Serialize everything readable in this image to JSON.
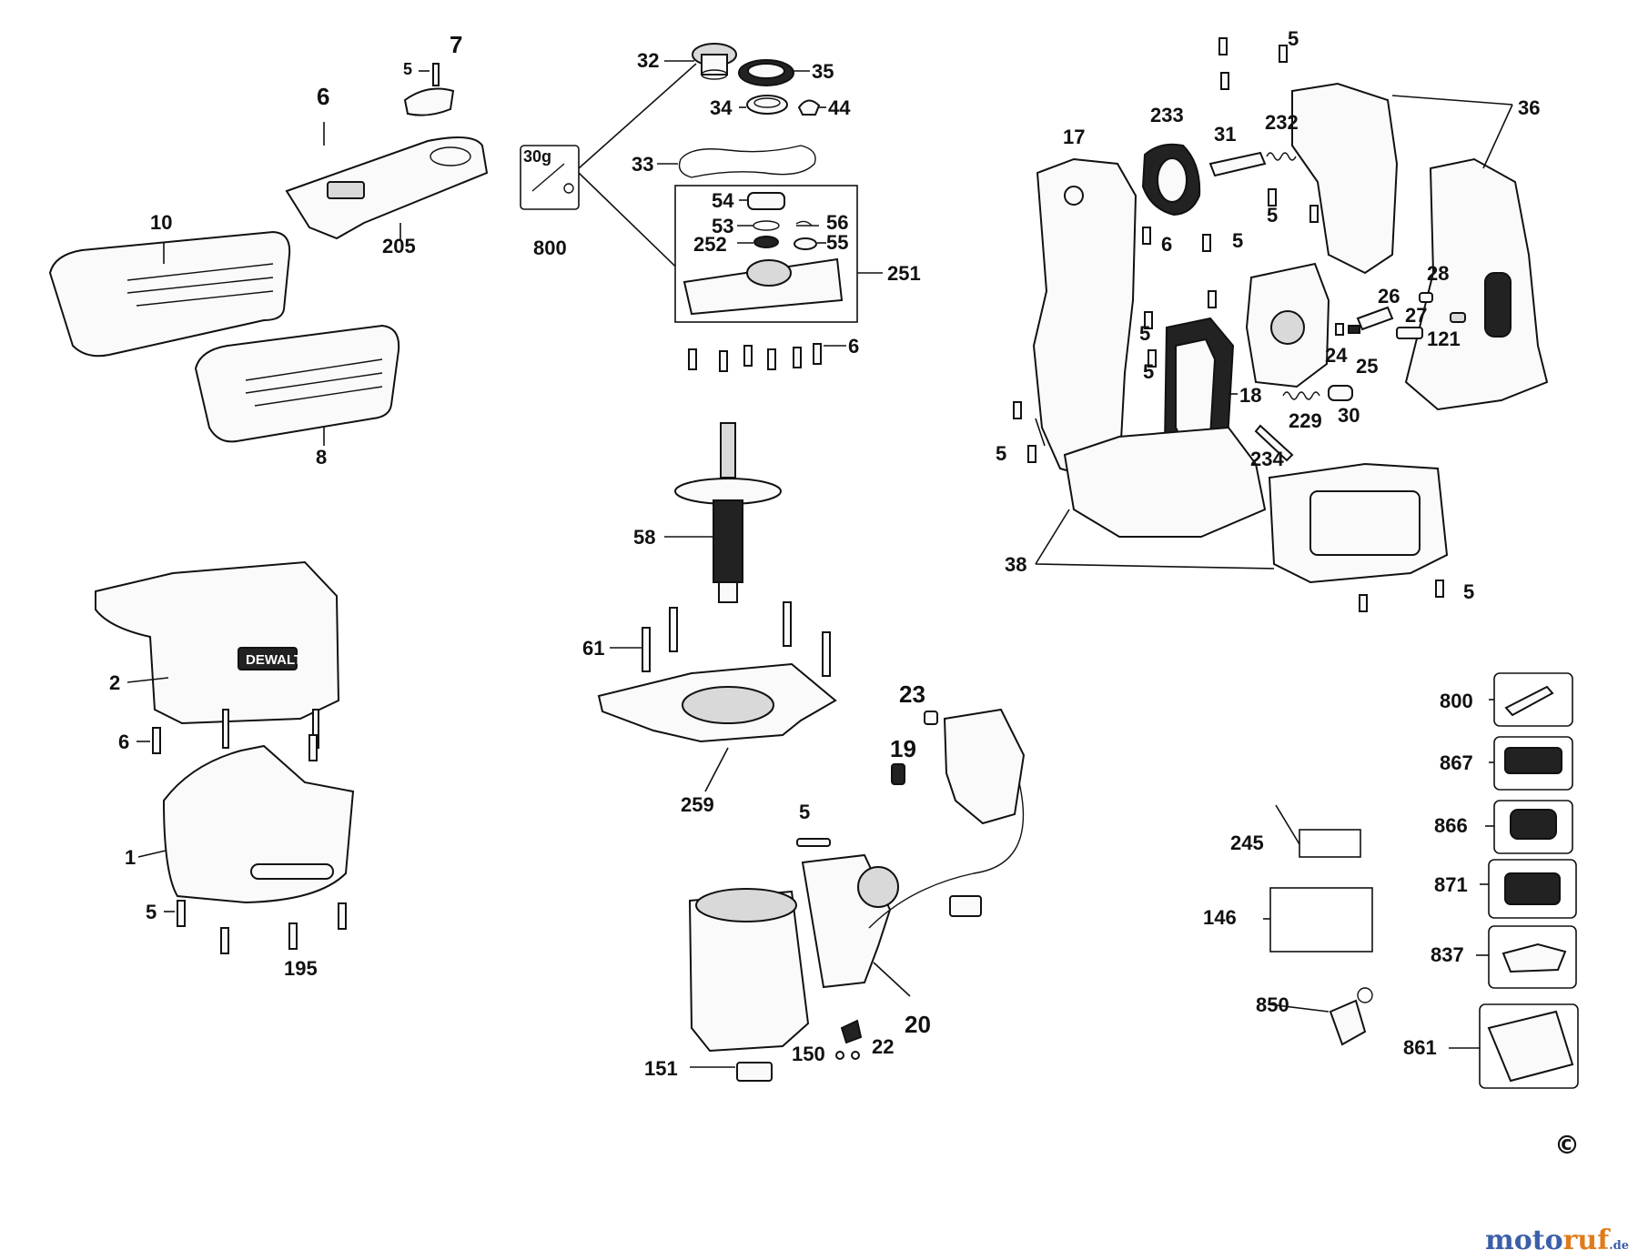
{
  "diagram": {
    "labels": {
      "l5a": "5",
      "l7": "7",
      "l6a": "6",
      "l205": "205",
      "l10": "10",
      "l8": "8",
      "l32": "32",
      "l35": "35",
      "l34": "34",
      "l44": "44",
      "l33": "33",
      "l800a": "800",
      "l30g": "30g",
      "l54": "54",
      "l53": "53",
      "l56": "56",
      "l252": "252",
      "l55": "55",
      "l251": "251",
      "l6b": "6",
      "l58": "58",
      "l61": "61",
      "l259": "259",
      "l2": "2",
      "l6c": "6",
      "l1": "1",
      "l5b": "5",
      "l195": "195",
      "l23": "23",
      "l19": "19",
      "l5c": "5",
      "l20": "20",
      "l22": "22",
      "l150": "150",
      "l151": "151",
      "l233": "233",
      "l31": "31",
      "l232": "232",
      "l5d": "5",
      "l36": "36",
      "l17": "17",
      "l5e": "5",
      "l6d": "6",
      "l5f": "5",
      "l28": "28",
      "l26": "26",
      "l27": "27",
      "l121": "121",
      "l24": "24",
      "l25": "25",
      "l5g": "5",
      "l5h": "5",
      "l18": "18",
      "l229": "229",
      "l30": "30",
      "l5i": "5",
      "l234": "234",
      "l38": "38",
      "l5j": "5",
      "l800b": "800",
      "l867": "867",
      "l866": "866",
      "l871": "871",
      "l837": "837",
      "l861": "861",
      "l245": "245",
      "l146": "146",
      "l850": "850"
    },
    "brand_text": "DEWALT"
  },
  "footer": {
    "copyright": "©",
    "watermark_a": "moto",
    "watermark_b": "ruf",
    "watermark_c": ".de"
  }
}
